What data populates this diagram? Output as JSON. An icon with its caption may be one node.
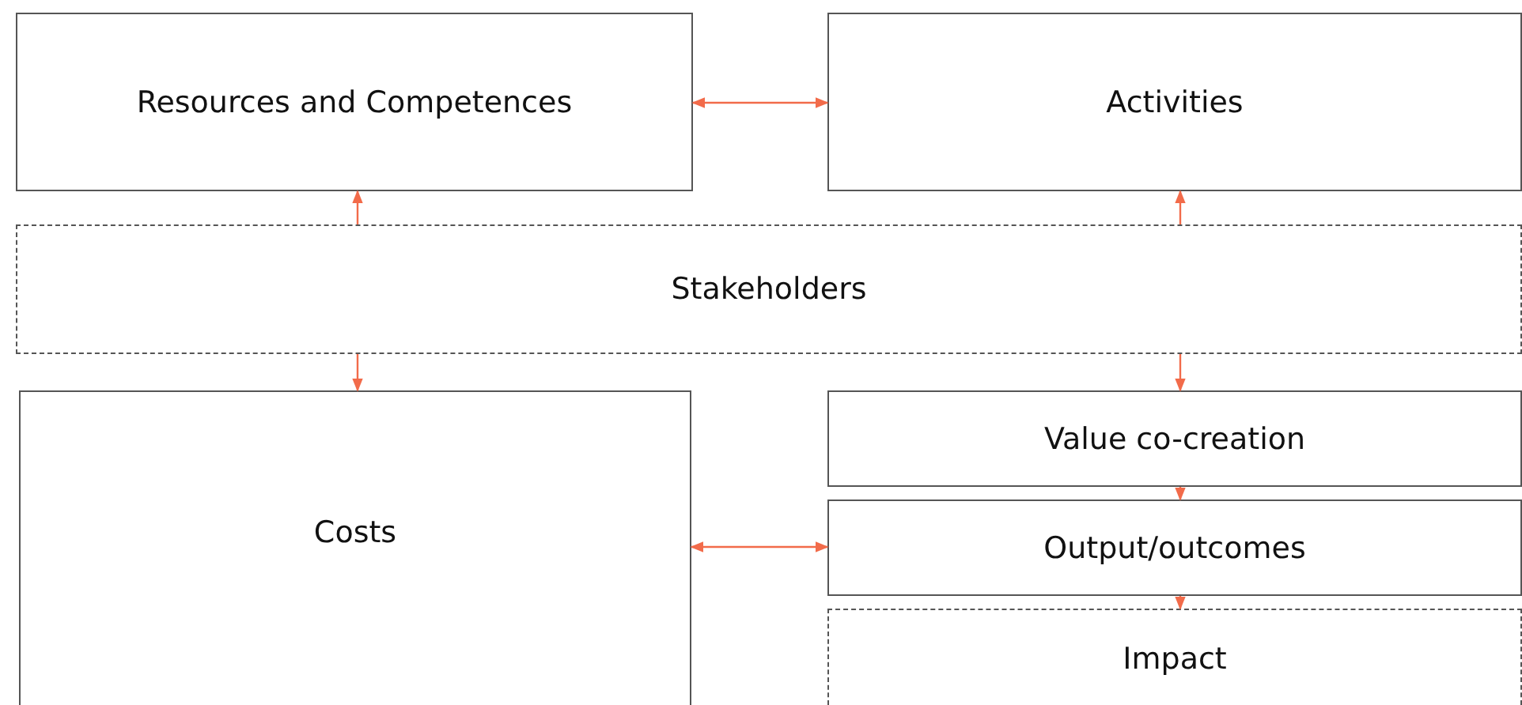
{
  "diagram": {
    "nodes": [
      {
        "text": [
          "Resources and Competences"
        ]
      },
      {
        "text": [
          "Activities"
        ]
      },
      {
        "text": [
          "Stakeholders"
        ]
      },
      {
        "text": [
          "Costs"
        ]
      },
      {
        "text": [
          "Value co-creation"
        ]
      },
      {
        "text": [
          "Output/outcomes"
        ]
      },
      {
        "text": [
          "Impact"
        ]
      }
    ],
    "edges": [
      {
        "from": 0,
        "to": 1,
        "arrow": "both"
      },
      {
        "from": 2,
        "to": 0,
        "arrow": "to"
      },
      {
        "from": 2,
        "to": 1,
        "arrow": "to"
      },
      {
        "from": 2,
        "to": 3,
        "arrow": "to"
      },
      {
        "from": 2,
        "to": 4,
        "arrow": "to"
      },
      {
        "from": 3,
        "to": 5,
        "arrow": "both"
      },
      {
        "from": 4,
        "to": 5,
        "arrow": "to"
      },
      {
        "from": 5,
        "to": 6,
        "arrow": "to"
      }
    ]
  }
}
